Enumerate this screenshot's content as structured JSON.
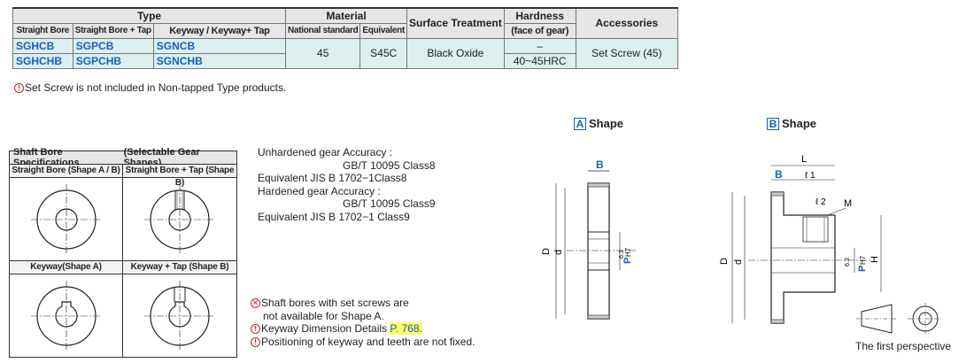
{
  "table": {
    "header": {
      "type": "Type",
      "material": "Material",
      "surface": "Surface Treatment",
      "hardness": "Hardness",
      "hardness_sub": "(face of gear)",
      "accessories": "Accessories",
      "straight_bore": "Straight Bore",
      "straight_bore_tap": "Straight Bore + Tap",
      "keyway": "Keyway / Keyway+ Tap",
      "national": "National standard",
      "equivalent": "Equivalent"
    },
    "rows": [
      {
        "c1": "SGHCB",
        "c2": "SGPCB",
        "c3": "SGNCB",
        "hardness": "–"
      },
      {
        "c1": "SGHCHB",
        "c2": "SGPCHB",
        "c3": "SGNCHB",
        "hardness": "40~45HRC"
      }
    ],
    "material_national": "45",
    "material_equivalent": "S45C",
    "surface": "Black Oxide",
    "accessories": "Set Screw (45)"
  },
  "note_setscrew": "Set Screw is not included in Non-tapped Type products.",
  "bore_box": {
    "title": "Shaft Bore Specifications",
    "title_right": "(Selectable Gear Shapes)",
    "cells": [
      "Straight Bore (Shape A / B)",
      "Straight Bore + Tap (Shape B)",
      "Keyway(Shape A)",
      "Keyway + Tap (Shape B)"
    ]
  },
  "accuracy": {
    "l1": "Unhardened gear Accuracy :",
    "l2": "GB/T  10095 Class8",
    "l3": "Equivalent JIS B 1702−1Class8",
    "l4": "Hardened gear Accuracy :",
    "l5": "GB/T  10095 Class9",
    "l6": "Equivalent JIS B 1702−1 Class9"
  },
  "notes": {
    "n1a": "Shaft bores with set screws are",
    "n1b": "not available for Shape A.",
    "n2": "Keyway Dimension Details ",
    "n2link": "P. 768.",
    "n3": "Positioning of keyway and teeth are not fixed."
  },
  "shapes": {
    "a_box": "A",
    "a_label": "Shape",
    "b_box": "B",
    "b_label": "Shape"
  },
  "dims": {
    "B": "B",
    "D": "D",
    "d": "d",
    "P": "P",
    "PH7": "H7",
    "L": "L",
    "l1": "ℓ 1",
    "l2": "ℓ 2",
    "M": "M",
    "H": "H",
    "rough": "6.3"
  },
  "perspective": "The first perspective",
  "colors": {
    "accent": "#1560c0",
    "cell_bg": "#dcefef",
    "warn": "#b52a2a",
    "highlight": "#ffff66"
  }
}
